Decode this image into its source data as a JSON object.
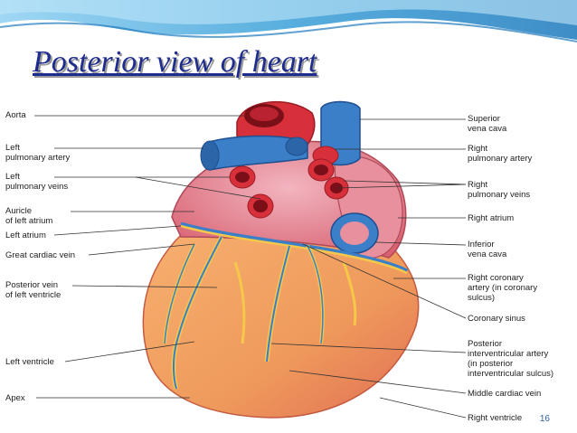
{
  "slide": {
    "title": "Posterior view of heart",
    "page_number": "16"
  },
  "labels_left": [
    {
      "lines": [
        "Aorta"
      ]
    },
    {
      "lines": [
        "Left",
        "pulmonary artery"
      ]
    },
    {
      "lines": [
        "Left",
        "pulmonary veins"
      ]
    },
    {
      "lines": [
        "Auricle",
        "of left atrium"
      ]
    },
    {
      "lines": [
        "Left atrium"
      ]
    },
    {
      "lines": [
        "Great cardiac vein"
      ]
    },
    {
      "lines": [
        "Posterior vein",
        "of left ventricle"
      ]
    },
    {
      "lines": [
        "Left ventricle"
      ]
    },
    {
      "lines": [
        "Apex"
      ]
    }
  ],
  "labels_right": [
    {
      "lines": [
        "Superior",
        "vena cava"
      ]
    },
    {
      "lines": [
        "Right",
        "pulmonary artery"
      ]
    },
    {
      "lines": [
        "Right",
        "pulmonary veins"
      ]
    },
    {
      "lines": [
        "Right atrium"
      ]
    },
    {
      "lines": [
        "Inferior",
        "vena cava"
      ]
    },
    {
      "lines": [
        "Right coronary",
        "artery (in coronary",
        "sulcus)"
      ]
    },
    {
      "lines": [
        "Coronary sinus"
      ]
    },
    {
      "lines": [
        "Posterior",
        "interventricular artery",
        "(in posterior",
        "interventricular sulcus)"
      ]
    },
    {
      "lines": [
        "Middle cardiac vein"
      ]
    },
    {
      "lines": [
        "Right ventricle"
      ]
    }
  ],
  "colors": {
    "title": "#1f2c8f",
    "wave": "#3aa0d8",
    "artery": "#d8303a",
    "vein": "#3a7fc8",
    "ventricle": "#f0a060",
    "atrium": "#e0707a",
    "coronary_vessel": "#f5c84a"
  }
}
